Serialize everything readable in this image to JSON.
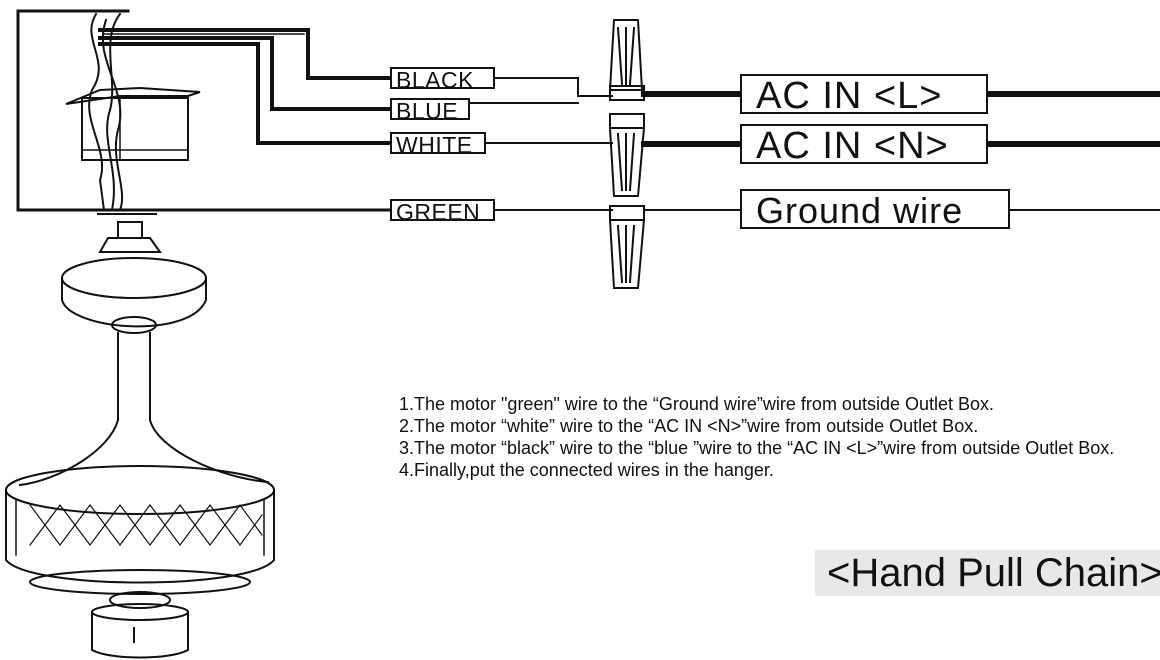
{
  "wire_labels": {
    "black": "BLACK",
    "blue": "BLUE",
    "white": "WHITE",
    "green": "GREEN"
  },
  "supply_labels": {
    "line": "AC  IN <L>",
    "neutral": "AC  IN <N>",
    "ground": "Ground wire"
  },
  "instructions": [
    "1.The motor \"green\" wire to the “Ground wire”wire from outside Outlet Box.",
    "2.The motor “white” wire to the “AC IN <N>”wire from outside Outlet Box.",
    "3.The motor “black” wire to the “blue ”wire to the “AC IN <L>”wire from outside Outlet Box.",
    "4.Finally,put the connected wires in the hanger."
  ],
  "banner": "<Hand Pull Chain>",
  "colors": {
    "line": "#111111",
    "banner_bg": "#e8e8e8",
    "background": "#ffffff"
  }
}
